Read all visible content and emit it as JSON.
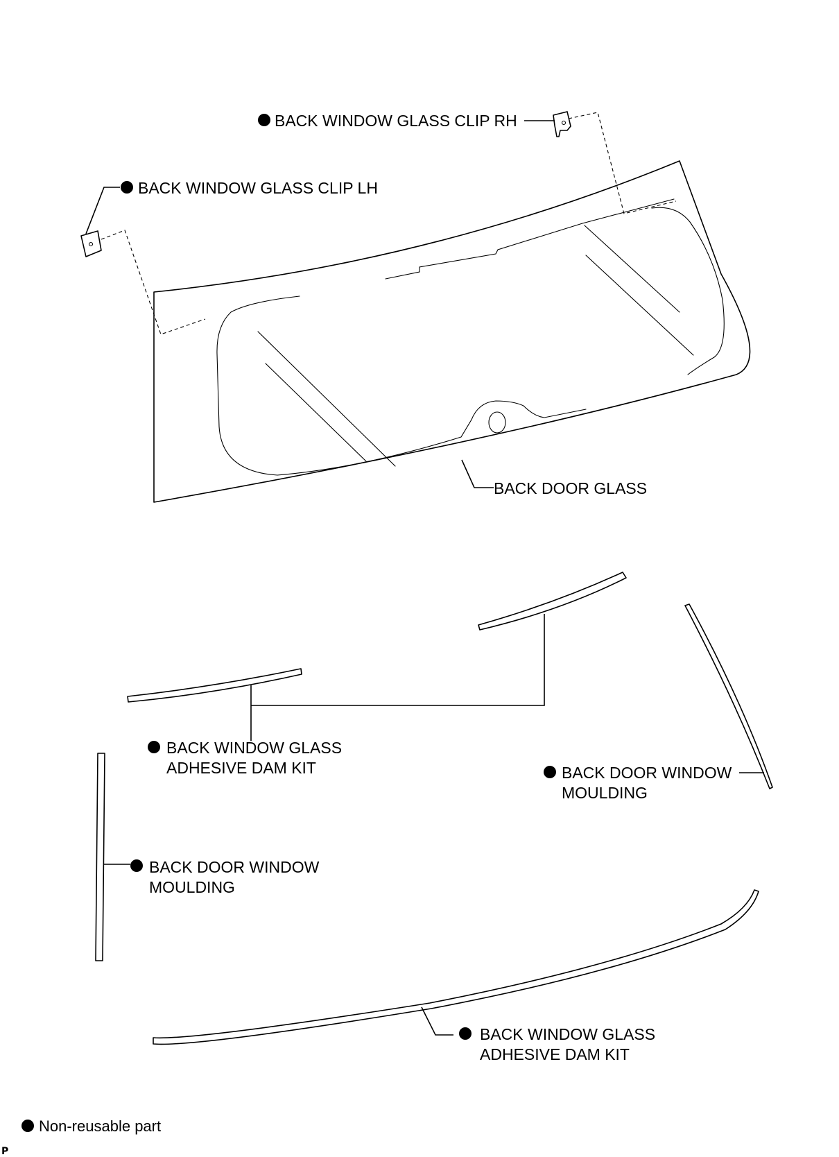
{
  "labels": {
    "clip_rh": "BACK WINDOW GLASS CLIP RH",
    "clip_lh": "BACK WINDOW GLASS CLIP LH",
    "back_door_glass": "BACK DOOR GLASS",
    "dam_kit_upper_line1": "BACK WINDOW GLASS",
    "dam_kit_upper_line2": "ADHESIVE DAM KIT",
    "moulding_right_line1": "BACK DOOR WINDOW",
    "moulding_right_line2": "MOULDING",
    "moulding_left_line1": "BACK DOOR WINDOW",
    "moulding_left_line2": "MOULDING",
    "dam_kit_lower_line1": "BACK WINDOW GLASS",
    "dam_kit_lower_line2": "ADHESIVE DAM KIT"
  },
  "legend": {
    "non_reusable": "Non-reusable part"
  },
  "corner_mark": "P",
  "icons": {
    "non_reusable_marker": "filled-circle"
  }
}
